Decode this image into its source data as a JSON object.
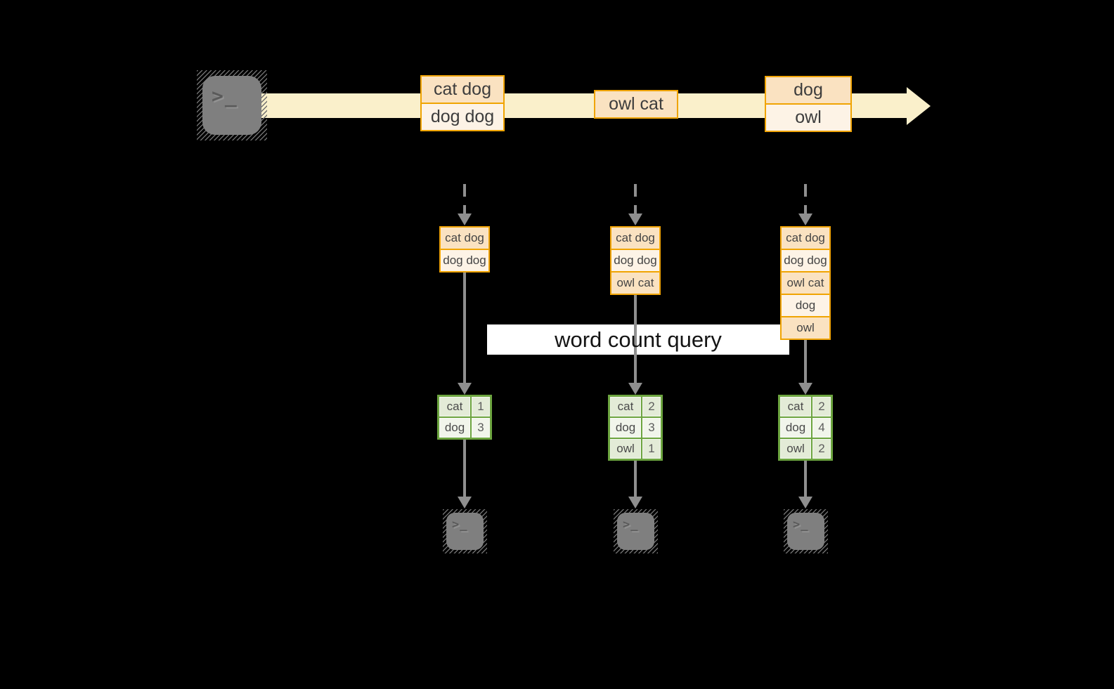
{
  "diagram": {
    "banner_label": "word count query",
    "stream": {
      "batches": [
        {
          "rows": [
            "cat dog",
            "dog dog"
          ]
        },
        {
          "rows": [
            "owl cat"
          ]
        },
        {
          "rows": [
            "dog",
            "owl"
          ]
        }
      ]
    },
    "columns": [
      {
        "stack": [
          "cat dog",
          "dog dog"
        ],
        "counts": [
          {
            "word": "cat",
            "count": 1
          },
          {
            "word": "dog",
            "count": 3
          }
        ]
      },
      {
        "stack": [
          "cat dog",
          "dog dog",
          "owl cat"
        ],
        "counts": [
          {
            "word": "cat",
            "count": 2
          },
          {
            "word": "dog",
            "count": 3
          },
          {
            "word": "owl",
            "count": 1
          }
        ]
      },
      {
        "stack": [
          "cat dog",
          "dog dog",
          "owl cat",
          "dog",
          "owl"
        ],
        "counts": [
          {
            "word": "cat",
            "count": 2
          },
          {
            "word": "dog",
            "count": 4
          },
          {
            "word": "owl",
            "count": 2
          }
        ]
      }
    ],
    "icons": {
      "terminal_glyph": ">_"
    },
    "colors": {
      "background": "#000000",
      "stream_band": "#faf0cb",
      "box_border": "#f0a402",
      "box_fill_dark": "#fae2c1",
      "box_fill_light": "#fdf3e6",
      "table_border": "#6ca43f",
      "table_cell_dark": "#e3ebd7",
      "table_cell_light": "#f1f5eb",
      "arrow_gray": "#8f8f8f",
      "terminal_gray": "#7f7f7f",
      "banner_bg": "#ffffff"
    }
  }
}
